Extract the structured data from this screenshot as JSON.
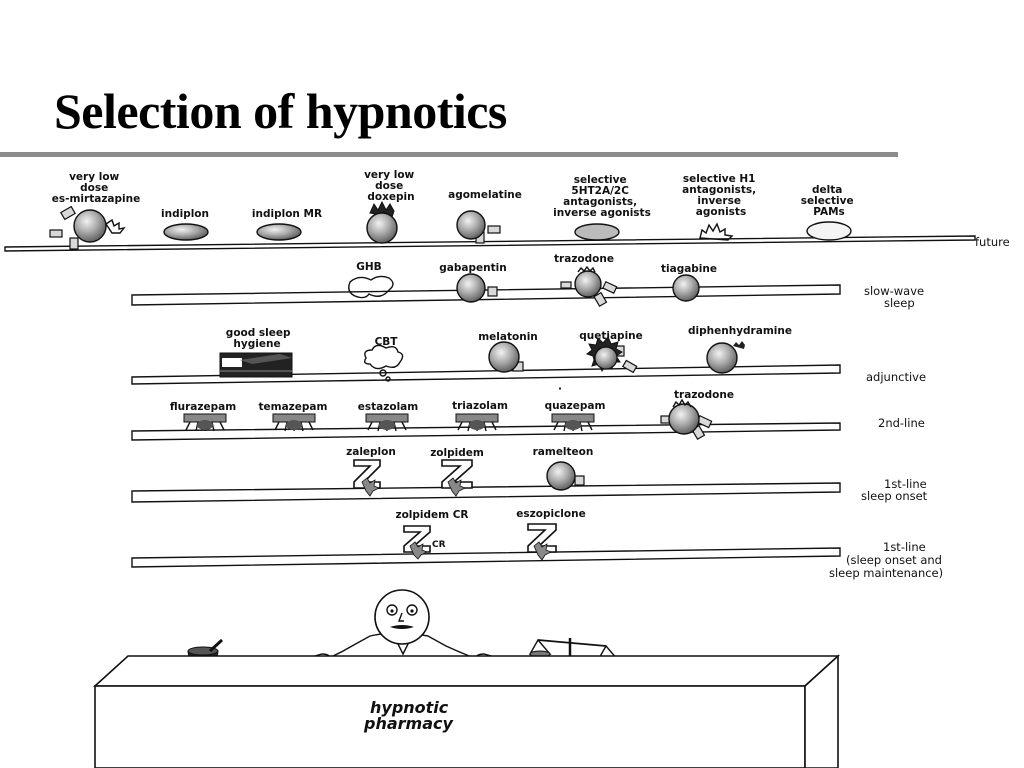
{
  "slide": {
    "title": "Selection of hypnotics"
  },
  "shelves": [
    {
      "category_lines": [
        "future"
      ],
      "drugs": [
        {
          "label_lines": [
            "very low",
            "dose",
            "es-mirtazapine"
          ]
        },
        {
          "label_lines": [
            "indiplon"
          ]
        },
        {
          "label_lines": [
            "indiplon MR"
          ]
        },
        {
          "label_lines": [
            "very low",
            "dose",
            "doxepin"
          ]
        },
        {
          "label_lines": [
            "agomelatine"
          ]
        },
        {
          "label_lines": [
            "selective",
            "5HT2A/2C",
            "antagonists,",
            "inverse agonists"
          ]
        },
        {
          "label_lines": [
            "selective H1",
            "antagonists,",
            "inverse",
            "agonists"
          ]
        },
        {
          "label_lines": [
            "delta",
            "selective",
            "PAMs"
          ]
        }
      ]
    },
    {
      "category_lines": [
        "slow-wave",
        "sleep"
      ],
      "drugs": [
        {
          "label_lines": [
            "GHB"
          ]
        },
        {
          "label_lines": [
            "gabapentin"
          ]
        },
        {
          "label_lines": [
            "trazodone"
          ]
        },
        {
          "label_lines": [
            "tiagabine"
          ]
        }
      ]
    },
    {
      "category_lines": [
        "adjunctive"
      ],
      "drugs": [
        {
          "label_lines": [
            "good sleep",
            "hygiene"
          ]
        },
        {
          "label_lines": [
            "CBT"
          ]
        },
        {
          "label_lines": [
            "melatonin"
          ]
        },
        {
          "label_lines": [
            "quetiapine"
          ]
        },
        {
          "label_lines": [
            "diphenhydramine"
          ]
        }
      ]
    },
    {
      "category_lines": [
        "2nd-line"
      ],
      "drugs": [
        {
          "label_lines": [
            "flurazepam"
          ]
        },
        {
          "label_lines": [
            "temazepam"
          ]
        },
        {
          "label_lines": [
            "estazolam"
          ]
        },
        {
          "label_lines": [
            "triazolam"
          ]
        },
        {
          "label_lines": [
            "quazepam"
          ]
        },
        {
          "label_lines": [
            "trazodone"
          ]
        }
      ]
    },
    {
      "category_lines": [
        "1st-line",
        "sleep onset"
      ],
      "drugs": [
        {
          "label_lines": [
            "zaleplon"
          ]
        },
        {
          "label_lines": [
            "zolpidem"
          ]
        },
        {
          "label_lines": [
            "ramelteon"
          ]
        }
      ]
    },
    {
      "category_lines": [
        "1st-line",
        "(sleep onset and",
        "sleep maintenance)"
      ],
      "drugs": [
        {
          "label_lines": [
            "zolpidem CR"
          ]
        },
        {
          "label_lines": [
            "eszopiclone"
          ]
        }
      ]
    }
  ],
  "counter": {
    "sign_lines": [
      "hypnotic",
      "pharmacy"
    ],
    "cr_mark": "CR"
  }
}
